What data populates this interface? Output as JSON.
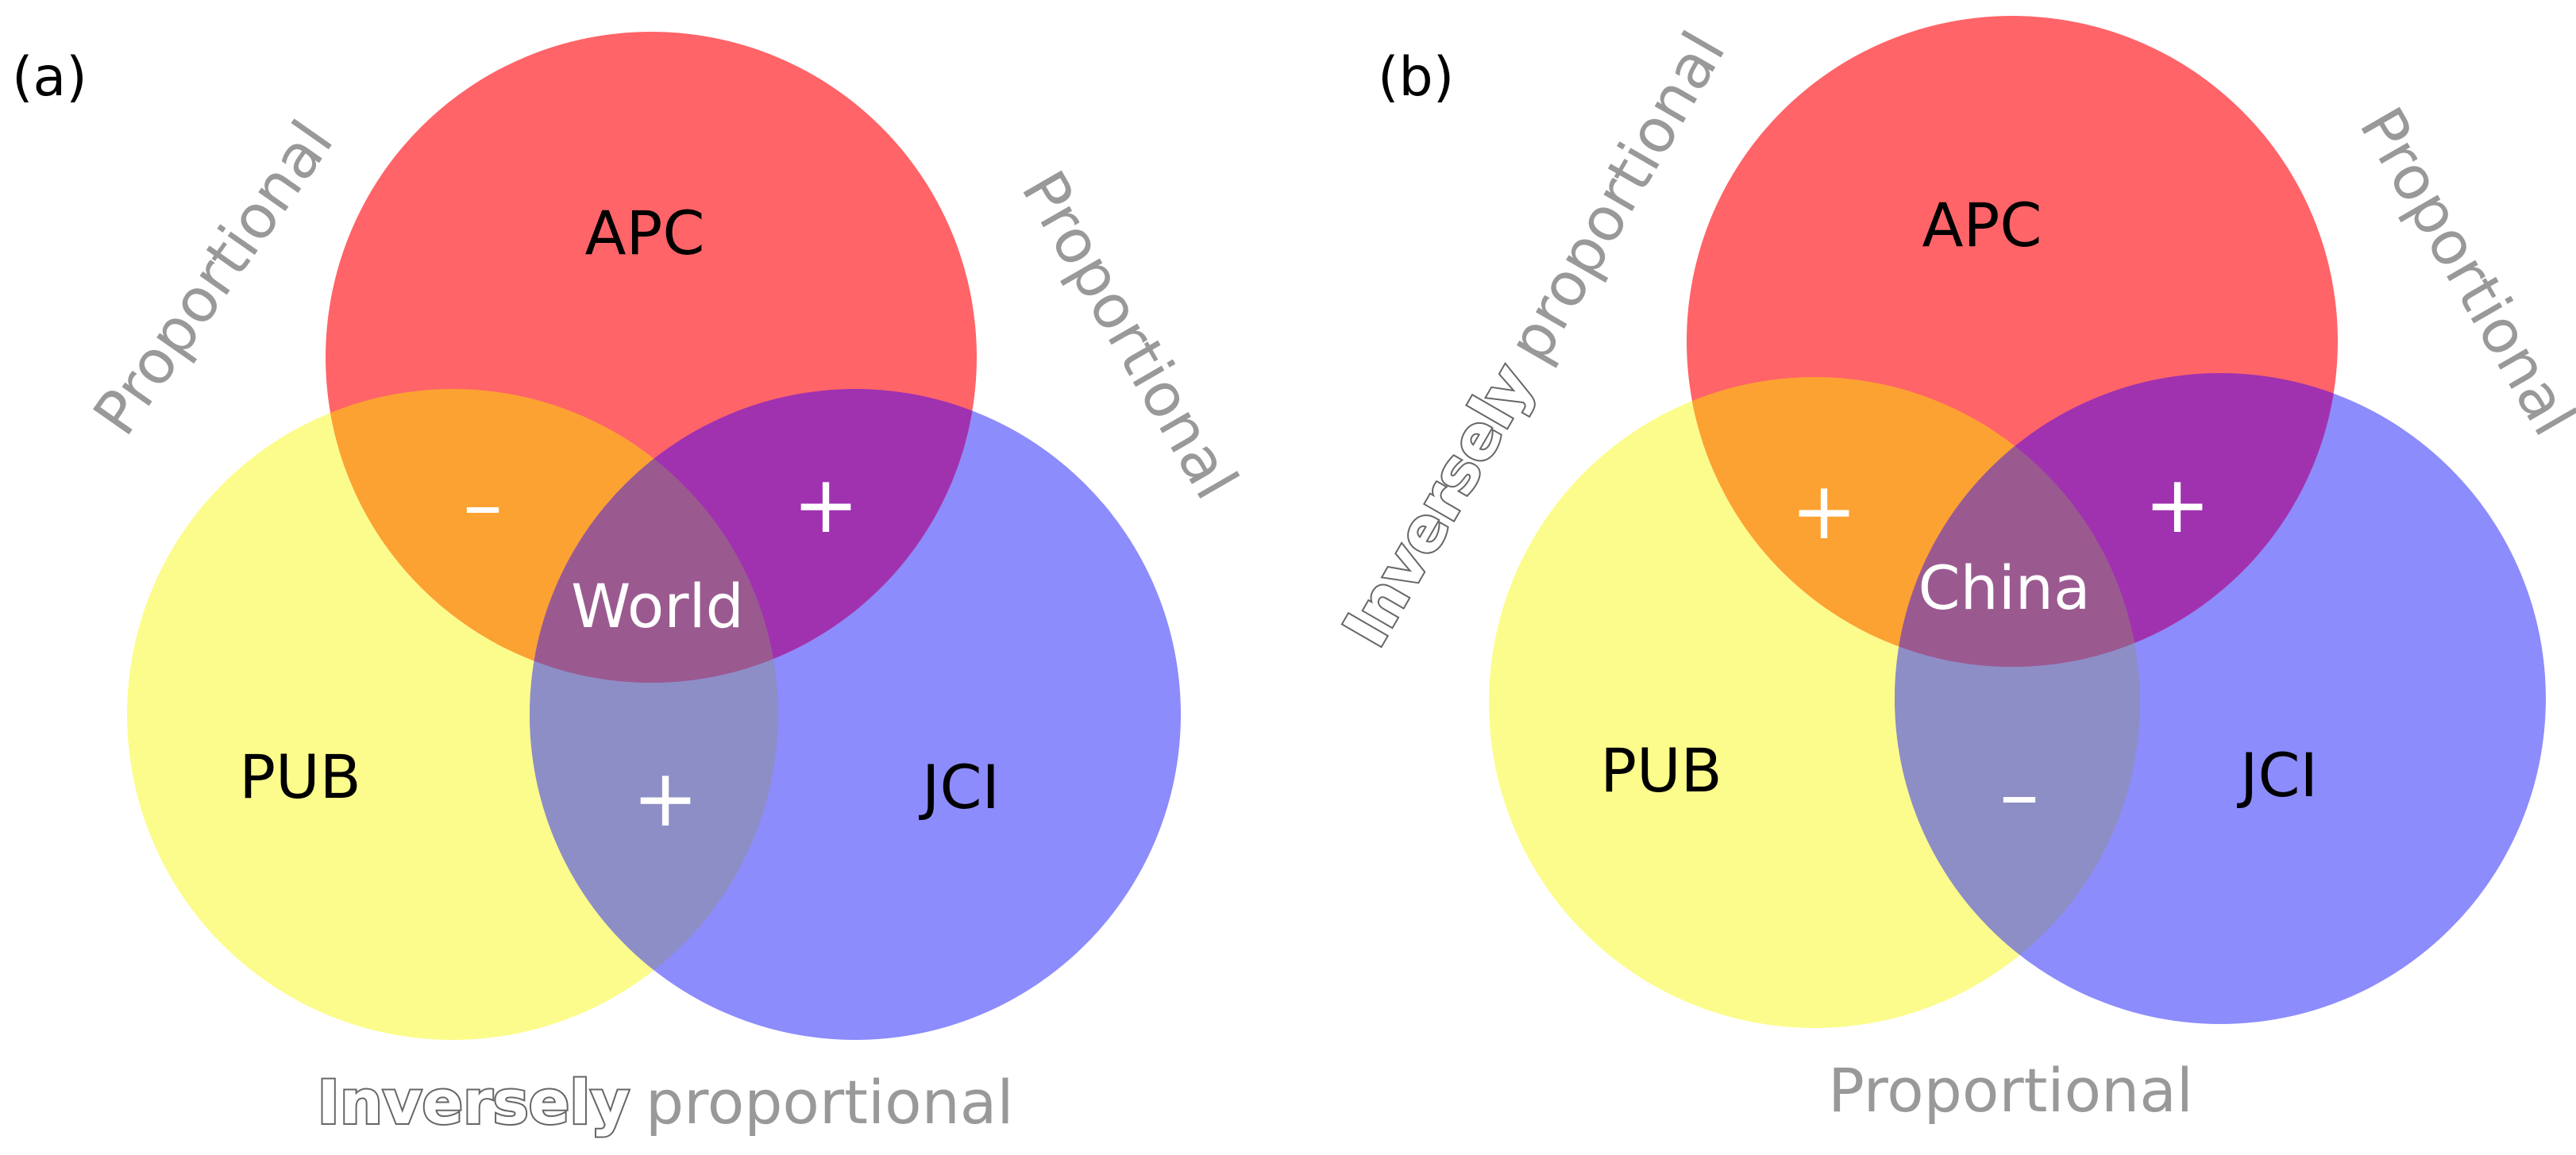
{
  "panels": [
    {
      "id": "a",
      "tag": "(a)",
      "circles": {
        "top": "APC",
        "left": "PUB",
        "right": "JCI"
      },
      "center": "World",
      "signs": {
        "apc_pub": "–",
        "apc_jci": "+",
        "pub_jci": "+"
      },
      "relations": {
        "apc_pub": "Proportional",
        "apc_jci": "Proportional",
        "pub_jci": {
          "strong": "Inversely",
          "rest": "proportional"
        }
      }
    },
    {
      "id": "b",
      "tag": "(b)",
      "circles": {
        "top": "APC",
        "left": "PUB",
        "right": "JCI"
      },
      "center": "China",
      "signs": {
        "apc_pub": "+",
        "apc_jci": "+",
        "pub_jci": "–"
      },
      "relations": {
        "apc_pub": {
          "strong": "Inversely",
          "rest": "proportional"
        },
        "apc_jci": "Proportional",
        "pub_jci": "Proportional"
      }
    }
  ],
  "colors": {
    "apc": "#ff6468",
    "pub": "#fcfc8c",
    "jci": "#8c8cfc",
    "apc_pub": "#fca232",
    "apc_jci": "#a032b0",
    "pub_jci": "#8e8ec6",
    "all": "#9a5a90",
    "relation_text": "#999999"
  }
}
